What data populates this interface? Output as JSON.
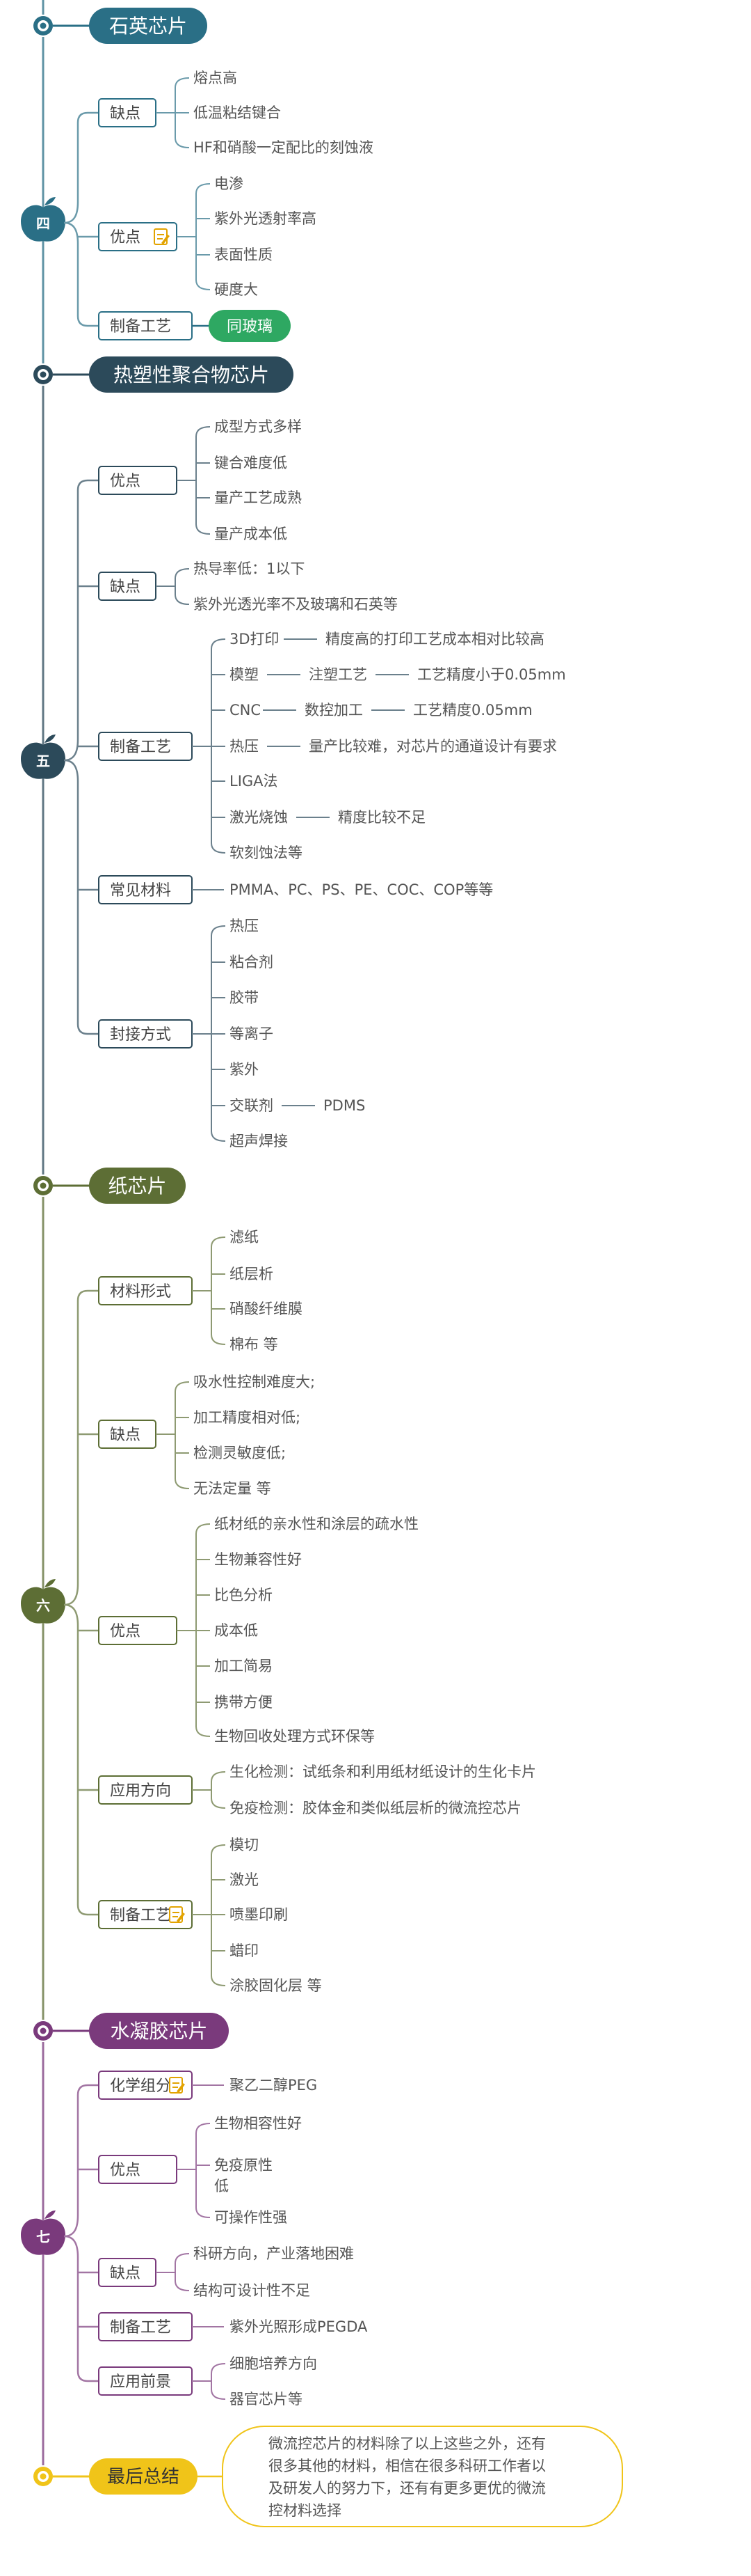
{
  "sections": [
    {
      "title": "石英芯片",
      "badge": "四",
      "color": "#2a6f86",
      "groups": [
        {
          "label": "缺点",
          "items": [
            "熔点高",
            "低温粘结键合",
            "HF和硝酸一定配比的刻蚀液"
          ]
        },
        {
          "label": "优点",
          "note": true,
          "items": [
            "电渗",
            "紫外光透射率高",
            "表面性质",
            "硬度大"
          ]
        },
        {
          "label": "制备工艺",
          "pill": "同玻璃",
          "pill_color": "#2ea862"
        }
      ]
    },
    {
      "title": "热塑性聚合物芯片",
      "badge": "五",
      "color": "#2c4a5a",
      "groups": [
        {
          "label": "优点",
          "items": [
            "成型方式多样",
            "键合难度低",
            "量产工艺成熟",
            "量产成本低"
          ]
        },
        {
          "label": "缺点",
          "items": [
            "热导率低：1以下",
            "紫外光透光率不及玻璃和石英等"
          ]
        },
        {
          "label": "制备工艺",
          "items": [
            "3D打印 —— 精度高的打印工艺成本相对比较高",
            "模塑 —— 注塑工艺 —— 工艺精度小于0.05mm",
            "CNC —— 数控加工 —— 工艺精度0.05mm",
            "热压 —— 量产比较难，对芯片的通道设计有要求",
            "LIGA法",
            "激光烧蚀 —— 精度比较不足",
            "软刻蚀法等"
          ]
        },
        {
          "label": "常见材料",
          "items": [
            "PMMA、PC、PS、PE、COC、COP等等"
          ]
        },
        {
          "label": "封接方式",
          "items": [
            "热压",
            "粘合剂",
            "胶带",
            "等离子",
            "紫外",
            "交联剂 —— PDMS",
            "超声焊接"
          ]
        }
      ]
    },
    {
      "title": "纸芯片",
      "badge": "六",
      "color": "#5d6e35",
      "groups": [
        {
          "label": "材料形式",
          "items": [
            "滤纸",
            "纸层析",
            "硝酸纤维膜",
            "棉布 等"
          ]
        },
        {
          "label": "缺点",
          "items": [
            "吸水性控制难度大;",
            "加工精度相对低;",
            "检测灵敏度低;",
            "无法定量 等"
          ]
        },
        {
          "label": "优点",
          "items": [
            "纸材纸的亲水性和涂层的疏水性",
            "生物兼容性好",
            "比色分析",
            "成本低",
            "加工简易",
            "携带方便",
            "生物回收处理方式环保等"
          ]
        },
        {
          "label": "应用方向",
          "items": [
            "生化检测：试纸条和利用纸材纸设计的生化卡片",
            "免疫检测：胶体金和类似纸层析的微流控芯片"
          ]
        },
        {
          "label": "制备工艺",
          "note": true,
          "items": [
            "模切",
            "激光",
            "喷墨印刷",
            "蜡印",
            "涂胶固化层 等"
          ]
        }
      ]
    },
    {
      "title": "水凝胶芯片",
      "badge": "七",
      "color": "#7a3a7c",
      "groups": [
        {
          "label": "化学组分",
          "note": true,
          "items": [
            "聚乙二醇PEG"
          ]
        },
        {
          "label": "优点",
          "items": [
            "生物相容性好",
            "免疫原性\n低",
            "可操作性强"
          ]
        },
        {
          "label": "缺点",
          "items": [
            "科研方向，产业落地困难",
            "结构可设计性不足"
          ]
        },
        {
          "label": "制备工艺",
          "items": [
            "紫外光照形成PEGDA"
          ]
        },
        {
          "label": "应用前景",
          "items": [
            "细胞培养方向",
            "器官芯片等"
          ]
        }
      ]
    }
  ],
  "summary": {
    "title": "最后总结",
    "color": "#f0c419",
    "text": "微流控芯片的材料除了以上这些之外，还有\n很多其他的材料，相信在很多科研工作者以\n及研发人的努力下，还有有更多更优的微流\n控材料选择"
  }
}
